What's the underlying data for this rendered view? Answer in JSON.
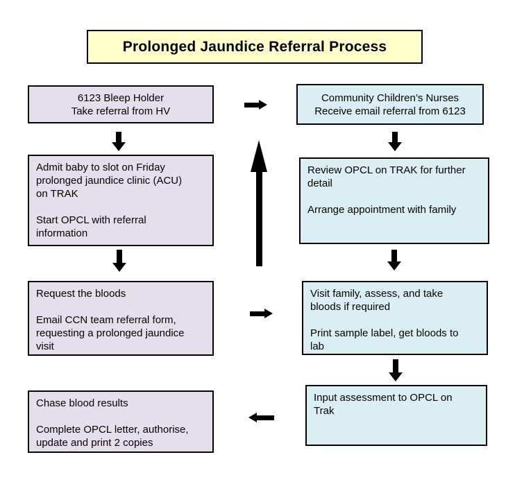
{
  "title": "Prolonged Jaundice Referral Process",
  "colors": {
    "background": "#FFFFFF",
    "title_box_bg": "#FFFFCC",
    "left_box_bg": "#E5DFEC",
    "right_box_bg": "#DBEEF3",
    "border": "#000000",
    "arrow": "#000000"
  },
  "boxes": {
    "bleep_holder": {
      "line1": "6123 Bleep Holder",
      "line2": "Take referral from HV"
    },
    "ccn_receive": {
      "line1": "Community Children’s Nurses",
      "line2": "Receive email referral from 6123"
    },
    "admit_baby": {
      "p1": "Admit baby to slot on Friday prolonged jaundice clinic (ACU) on TRAK",
      "p2": "Start OPCL with referral information"
    },
    "review_opcl": {
      "p1": "Review OPCL on TRAK for further detail",
      "p2": "Arrange appointment with family"
    },
    "request_bloods": {
      "p1": "Request the bloods",
      "p2": "Email CCN team referral form, requesting a prolonged jaundice visit"
    },
    "visit_family": {
      "p1": "Visit family, assess, and take bloods if required",
      "p2": "Print sample label, get bloods to lab"
    },
    "chase_results": {
      "p1": "Chase blood results",
      "p2": "Complete OPCL letter, authorise, update and print 2 copies"
    },
    "input_assessment": {
      "p1": "Input assessment to OPCL on Trak"
    }
  }
}
